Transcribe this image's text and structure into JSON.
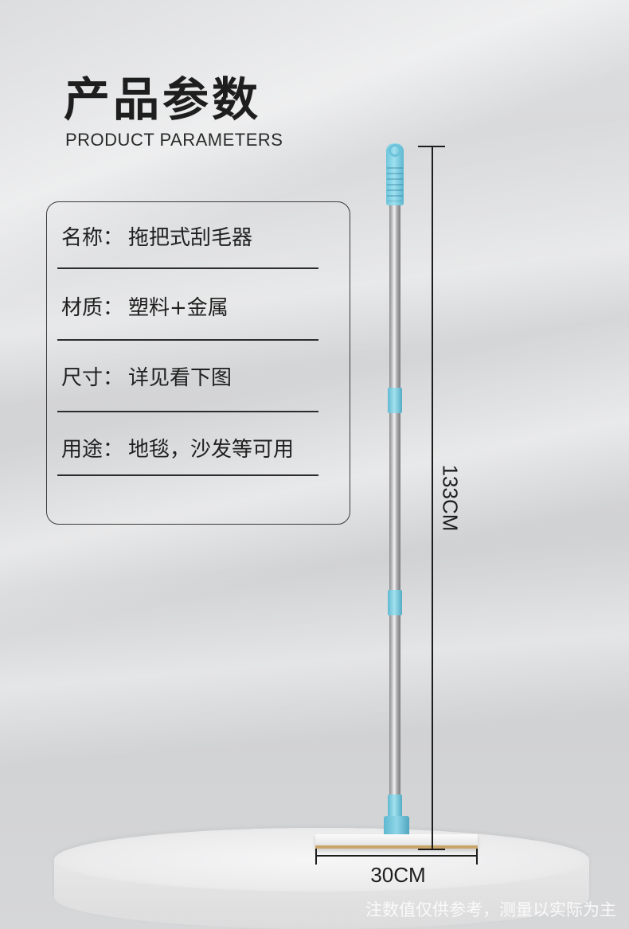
{
  "header": {
    "title_cn": "产品参数",
    "title_en": "PRODUCT PARAMETERS"
  },
  "params": [
    {
      "label": "名称：",
      "value": "拖把式刮毛器"
    },
    {
      "label": "材质：",
      "value": "塑料+金属"
    },
    {
      "label": "尺寸：",
      "value": "详见看下图"
    },
    {
      "label": "用途：",
      "value": "地毯，沙发等可用"
    }
  ],
  "dimensions": {
    "height": "133CM",
    "width": "30CM"
  },
  "footnote": "注数值仅供参考，测量以实际为主",
  "colors": {
    "accent": "#7cd0e5",
    "text": "#1f1f1f"
  }
}
